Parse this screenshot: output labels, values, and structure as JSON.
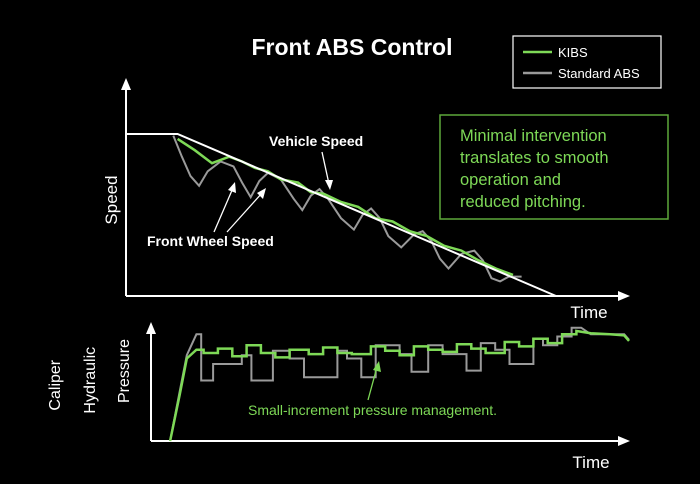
{
  "chart_data": [
    {
      "type": "line",
      "title": "Front ABS Control",
      "xlabel": "Time",
      "ylabel": "Speed",
      "legend": {
        "placement": "top-right",
        "entries": [
          {
            "name": "KIBS",
            "color": "#7ed957"
          },
          {
            "name": "Standard ABS",
            "color": "#9a9a9a"
          }
        ]
      },
      "callout": {
        "lines": [
          "Minimal intervention",
          "translates to smooth",
          "operation and",
          "reduced pitching."
        ],
        "color": "#7ed957"
      },
      "annotations": {
        "vehicle_speed": "Vehicle Speed",
        "front_wheel_speed": "Front Wheel Speed"
      },
      "xlim": [
        0,
        100
      ],
      "ylim": [
        0,
        100
      ],
      "series": [
        {
          "key": "vehicle",
          "color": "#ffffff",
          "x": [
            0,
            12,
            100
          ],
          "y": [
            100,
            100,
            0
          ]
        },
        {
          "key": "standard",
          "color": "#9a9a9a",
          "x": [
            11,
            13,
            15,
            17,
            19,
            22,
            25,
            27,
            29,
            31,
            33,
            36,
            39,
            41,
            43,
            45,
            47,
            50,
            53,
            55,
            57,
            59,
            61,
            64,
            67,
            69,
            71,
            73,
            75,
            78,
            81,
            83,
            85,
            87,
            89,
            92
          ],
          "y": [
            99,
            86,
            74,
            68,
            77,
            83,
            80,
            70,
            61,
            71,
            76,
            72,
            60,
            53,
            62,
            66,
            60,
            48,
            41,
            50,
            54,
            48,
            37,
            30,
            38,
            40,
            34,
            23,
            17,
            26,
            28,
            22,
            11,
            9,
            12,
            12
          ]
        },
        {
          "key": "kibs",
          "color": "#7ed957",
          "x": [
            12,
            16,
            20,
            24,
            27,
            30,
            33,
            36,
            40,
            43,
            46,
            50,
            54,
            58,
            62,
            66,
            70,
            74,
            78,
            82,
            86,
            90
          ],
          "y": [
            97,
            90,
            82,
            86,
            83,
            79,
            77,
            72,
            70,
            64,
            63,
            58,
            55,
            48,
            46,
            40,
            37,
            31,
            28,
            22,
            17,
            13
          ]
        }
      ]
    },
    {
      "type": "line",
      "xlabel": "Time",
      "ylabel": "Caliper Hydraulic Pressure",
      "annotation": "Small-increment pressure management.",
      "xlim": [
        0,
        100
      ],
      "ylim": [
        0,
        100
      ],
      "series": [
        {
          "key": "standard",
          "color": "#9a9a9a",
          "x": [
            4,
            6,
            7.5,
            9.5,
            10.5,
            10.5,
            13,
            13,
            19,
            19,
            21,
            21,
            25.5,
            25.5,
            29,
            29,
            32,
            32,
            39,
            39,
            41,
            41,
            44,
            44,
            47,
            47,
            52,
            52,
            54.5,
            54.5,
            58,
            58,
            61,
            61,
            66,
            66,
            69,
            69,
            72,
            72,
            75,
            75,
            80,
            80,
            82,
            82,
            85,
            85,
            88,
            88,
            90,
            92,
            96,
            99,
            100
          ],
          "y": [
            0,
            45,
            78,
            97,
            97,
            55,
            55,
            70,
            70,
            78,
            78,
            55,
            55,
            82,
            82,
            75,
            75,
            58,
            58,
            82,
            82,
            75,
            75,
            58,
            58,
            87,
            87,
            79,
            79,
            63,
            63,
            87,
            87,
            79,
            79,
            64,
            64,
            89,
            89,
            83,
            83,
            70,
            70,
            93,
            93,
            87,
            87,
            95,
            95,
            103,
            103,
            97,
            97,
            97,
            92
          ]
        },
        {
          "key": "kibs",
          "color": "#7ed957",
          "x": [
            4,
            6,
            7.5,
            9.5,
            11,
            11,
            14,
            14,
            17,
            17,
            20,
            20,
            23,
            23,
            26,
            26,
            29,
            29,
            33,
            33,
            36,
            36,
            39,
            39,
            42,
            42,
            46,
            46,
            49,
            49,
            52,
            52,
            55,
            55,
            58,
            58,
            61,
            61,
            64,
            64,
            67,
            67,
            70,
            70,
            74,
            74,
            77,
            77,
            80,
            80,
            83,
            83,
            86,
            86,
            89,
            89,
            92,
            96,
            99,
            100
          ],
          "y": [
            0,
            42,
            75,
            83,
            83,
            80,
            80,
            84,
            84,
            77,
            77,
            87,
            87,
            80,
            80,
            76,
            76,
            83,
            83,
            79,
            79,
            85,
            85,
            80,
            80,
            79,
            79,
            86,
            86,
            82,
            82,
            78,
            78,
            86,
            86,
            83,
            83,
            81,
            81,
            88,
            88,
            84,
            84,
            80,
            80,
            90,
            90,
            86,
            86,
            93,
            93,
            89,
            89,
            97,
            97,
            100,
            98,
            97,
            96,
            91
          ]
        }
      ]
    }
  ]
}
